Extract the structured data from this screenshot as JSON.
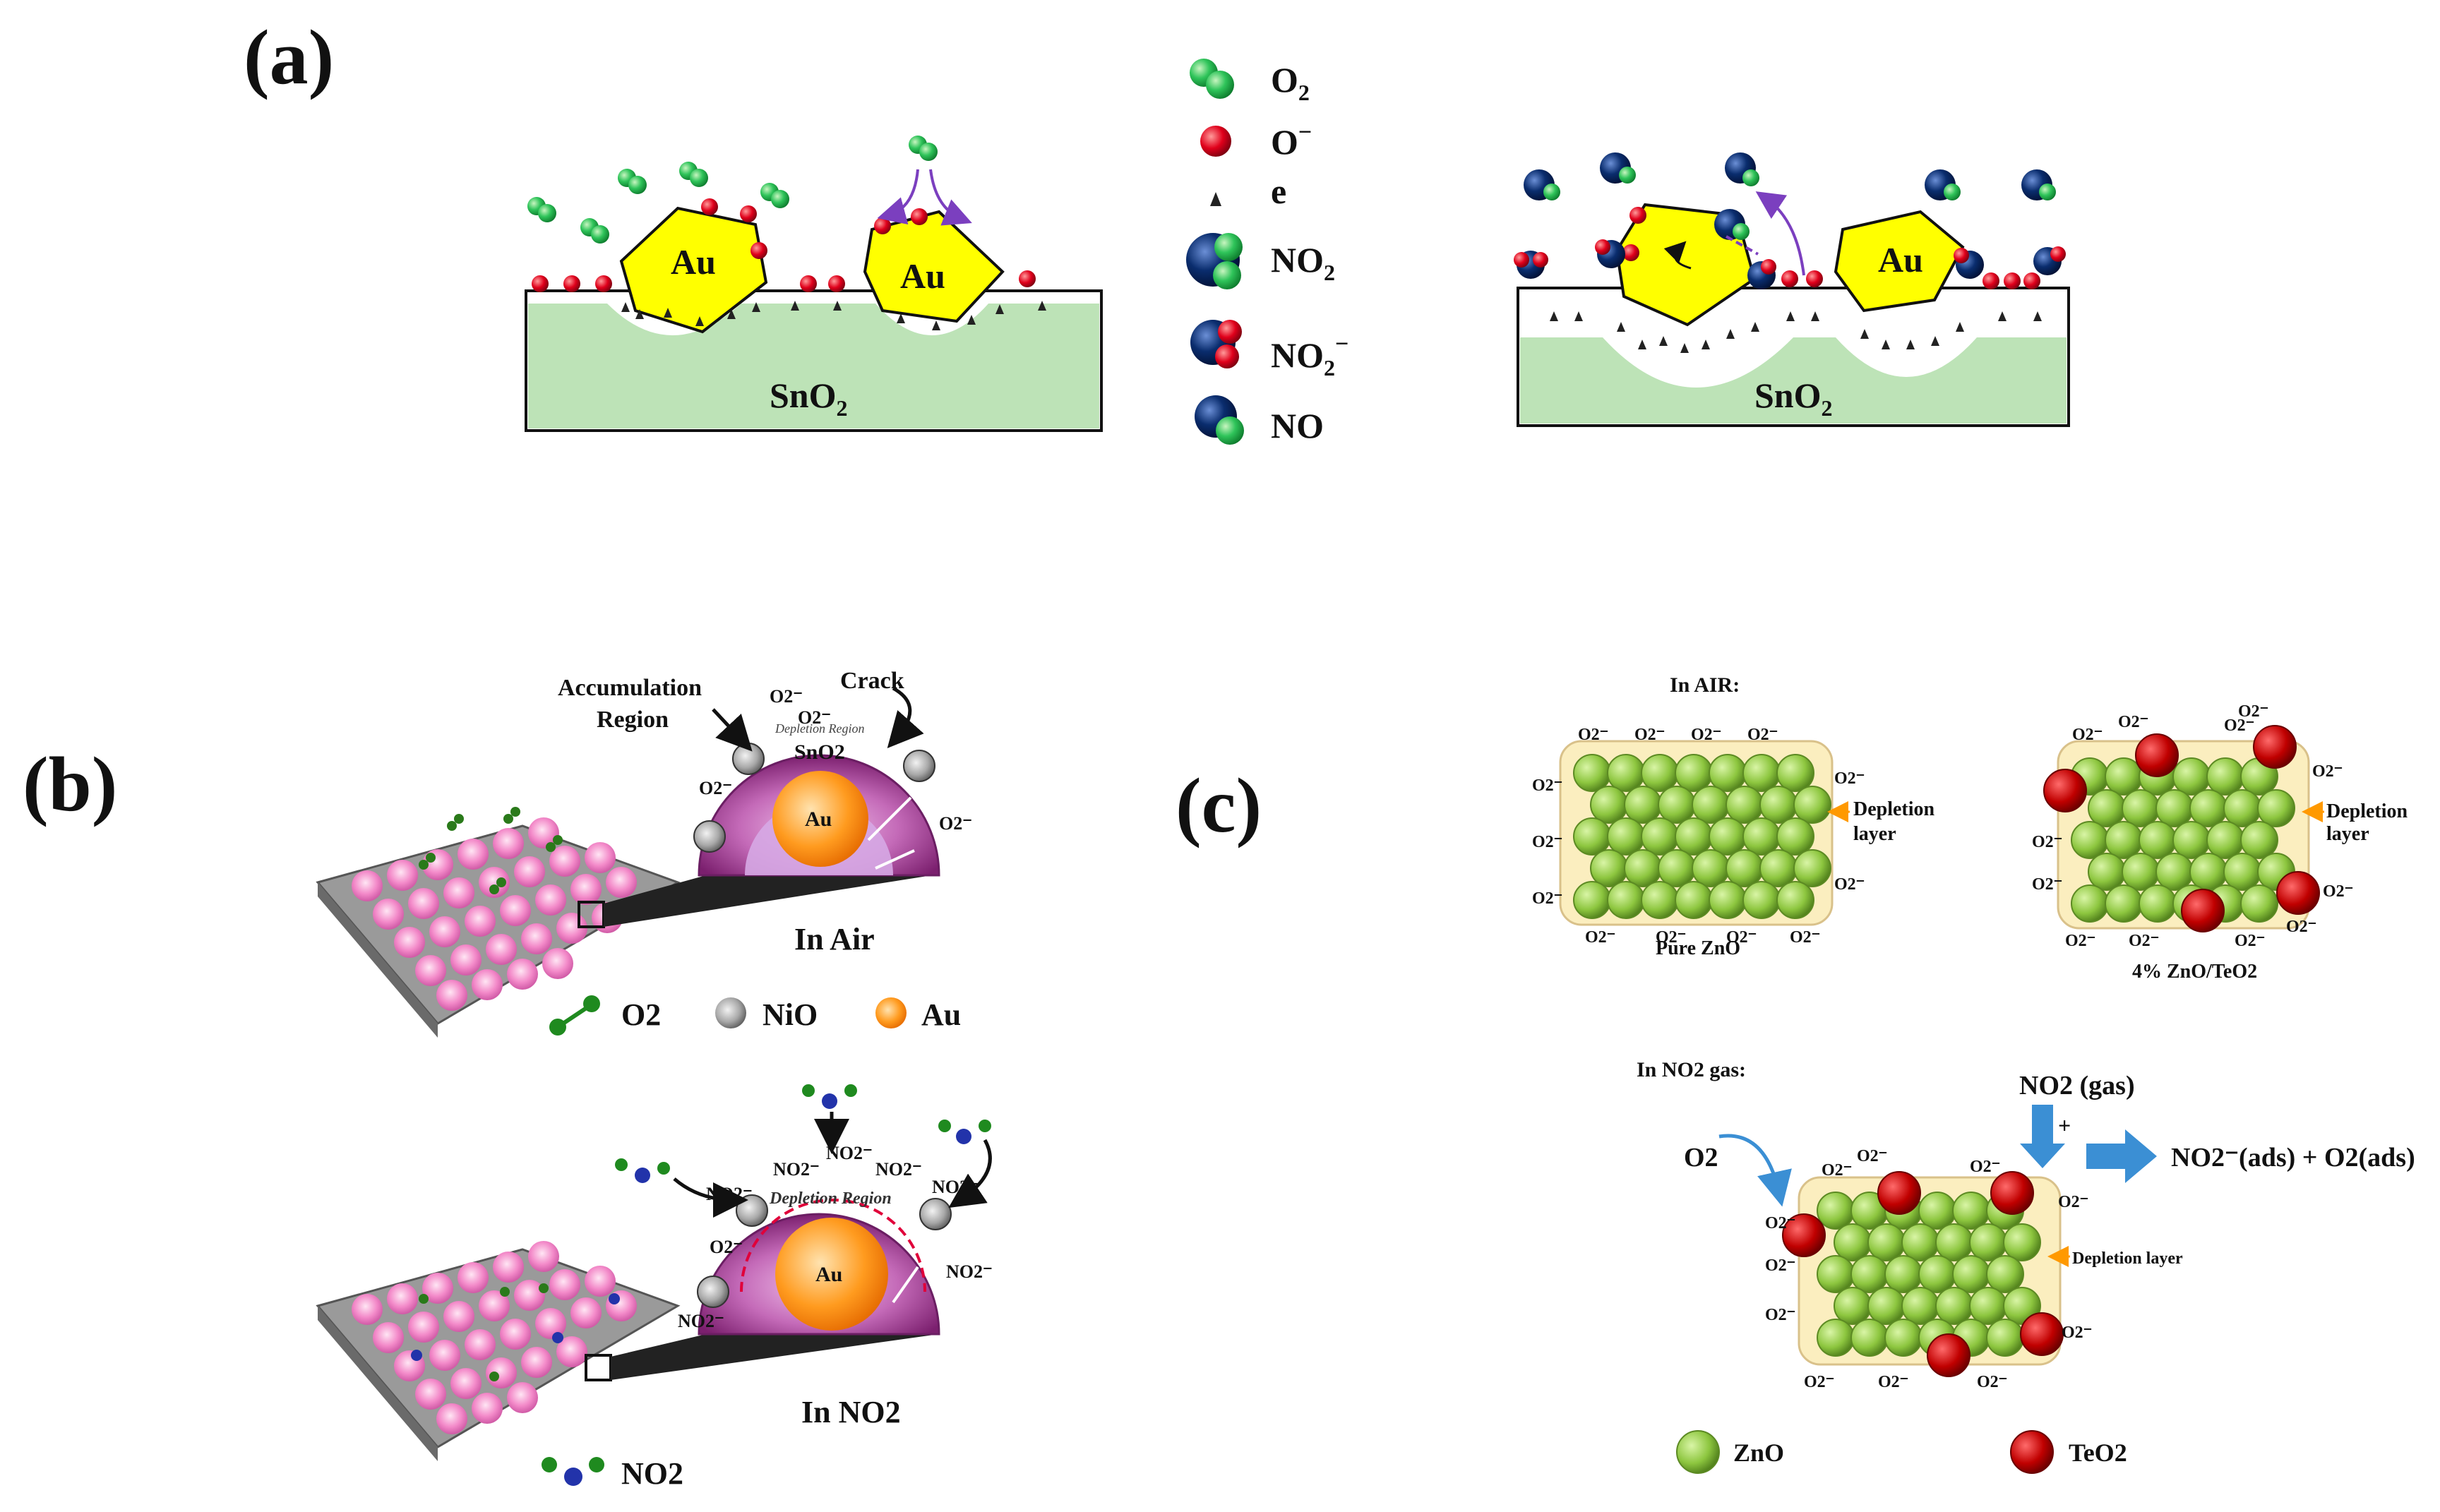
{
  "panels": {
    "a": {
      "label": "(a)",
      "au": "Au",
      "substrate": "SnO",
      "substrate_sub": "2",
      "legend": [
        {
          "main": "O",
          "sub": "2",
          "sup": ""
        },
        {
          "main": "O",
          "sub": "",
          "sup": "−"
        },
        {
          "main": "e",
          "sub": "",
          "sup": ""
        },
        {
          "main": "NO",
          "sub": "2",
          "sup": ""
        },
        {
          "main": "NO",
          "sub": "2",
          "sup": "−"
        },
        {
          "main": "NO",
          "sub": "",
          "sup": ""
        }
      ]
    },
    "b": {
      "label": "(b)",
      "accumulation": "Accumulation",
      "region": "Region",
      "crack": "Crack",
      "depletion_region": "Depletion Region",
      "sno2": "SnO2",
      "au": "Au",
      "in_air": "In Air",
      "in_no2": "In NO2",
      "o2_minus": "O2⁻",
      "no2_minus": "NO2⁻",
      "legend": {
        "o2": "O2",
        "nio": "NiO",
        "au": "Au",
        "no2": "NO2"
      }
    },
    "c": {
      "label": "(c)",
      "in_air": "In AIR:",
      "depletion": "Depletion",
      "layer": "layer",
      "depletion_layer": "Depletion layer",
      "pure_zno": "Pure ZnO",
      "composite": "4% ZnO/TeO2",
      "in_no2_gas": "In NO2 gas:",
      "no2_gas": "NO2 (gas)",
      "plus": "+",
      "o2": "O2",
      "products": "NO2⁻(ads) + O2(ads)",
      "o2_minus": "O2⁻",
      "legend": {
        "zno": "ZnO",
        "teo2": "TeO2"
      }
    }
  },
  "colors": {
    "au_fill": "#ffff00",
    "substrate": "#bde3b7",
    "o_minus": "#e0001b",
    "o2_green": "#22c55e",
    "no_blue": "#0a2d6e",
    "purple_arrow": "#7b3fbf",
    "zno": "#8dc63f",
    "teo2": "#c00000",
    "depletion_bg": "#fbeebf",
    "arrow_blue": "#3b8fd4",
    "shell_purple": "#9b3d8e"
  }
}
